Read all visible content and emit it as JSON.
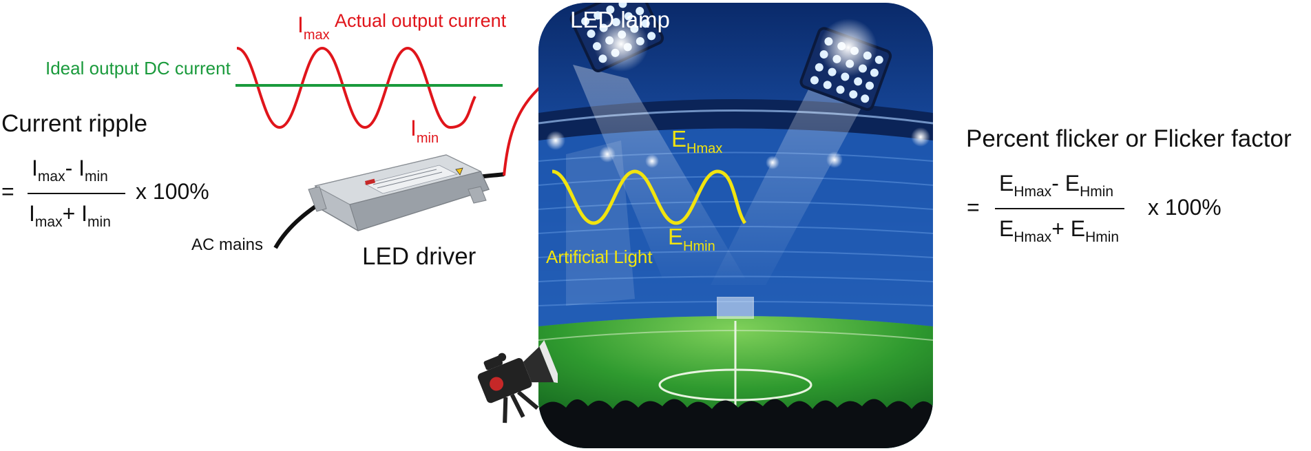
{
  "left_formula": {
    "title": "Current ripple",
    "equals": "=",
    "num_a": "I",
    "num_a_sub": "max",
    "num_op": "- I",
    "num_b_sub": "min",
    "den_a": "I",
    "den_a_sub": "max",
    "den_op": "+ I",
    "den_b_sub": "min",
    "multiplier": "x 100%"
  },
  "current_waveform": {
    "ideal_label": "Ideal output DC current",
    "imax_main": "I",
    "imax_sub": "max",
    "actual_label": "Actual output current",
    "imin_main": "I",
    "imin_sub": "min",
    "ideal_color": "#1a9a3c",
    "actual_color": "#e0151b"
  },
  "driver": {
    "ac_label": "AC mains",
    "driver_label": "LED driver"
  },
  "stadium": {
    "lamp_label": "LED lamp",
    "ehmax_main": "E",
    "ehmax_sub": "Hmax",
    "ehmin_main": "E",
    "ehmin_sub": "Hmin",
    "artificial_label": "Artificial Light",
    "light_color": "#f1e40f"
  },
  "right_formula": {
    "title": "Percent flicker or Flicker factor",
    "equals": "=",
    "num_a": "E",
    "num_a_sub": "Hmax",
    "num_op": "- E",
    "num_b_sub": "Hmin",
    "den_a": "E",
    "den_a_sub": "Hmax",
    "den_op": "+ E",
    "den_b_sub": "Hmin",
    "multiplier": "x 100%"
  }
}
